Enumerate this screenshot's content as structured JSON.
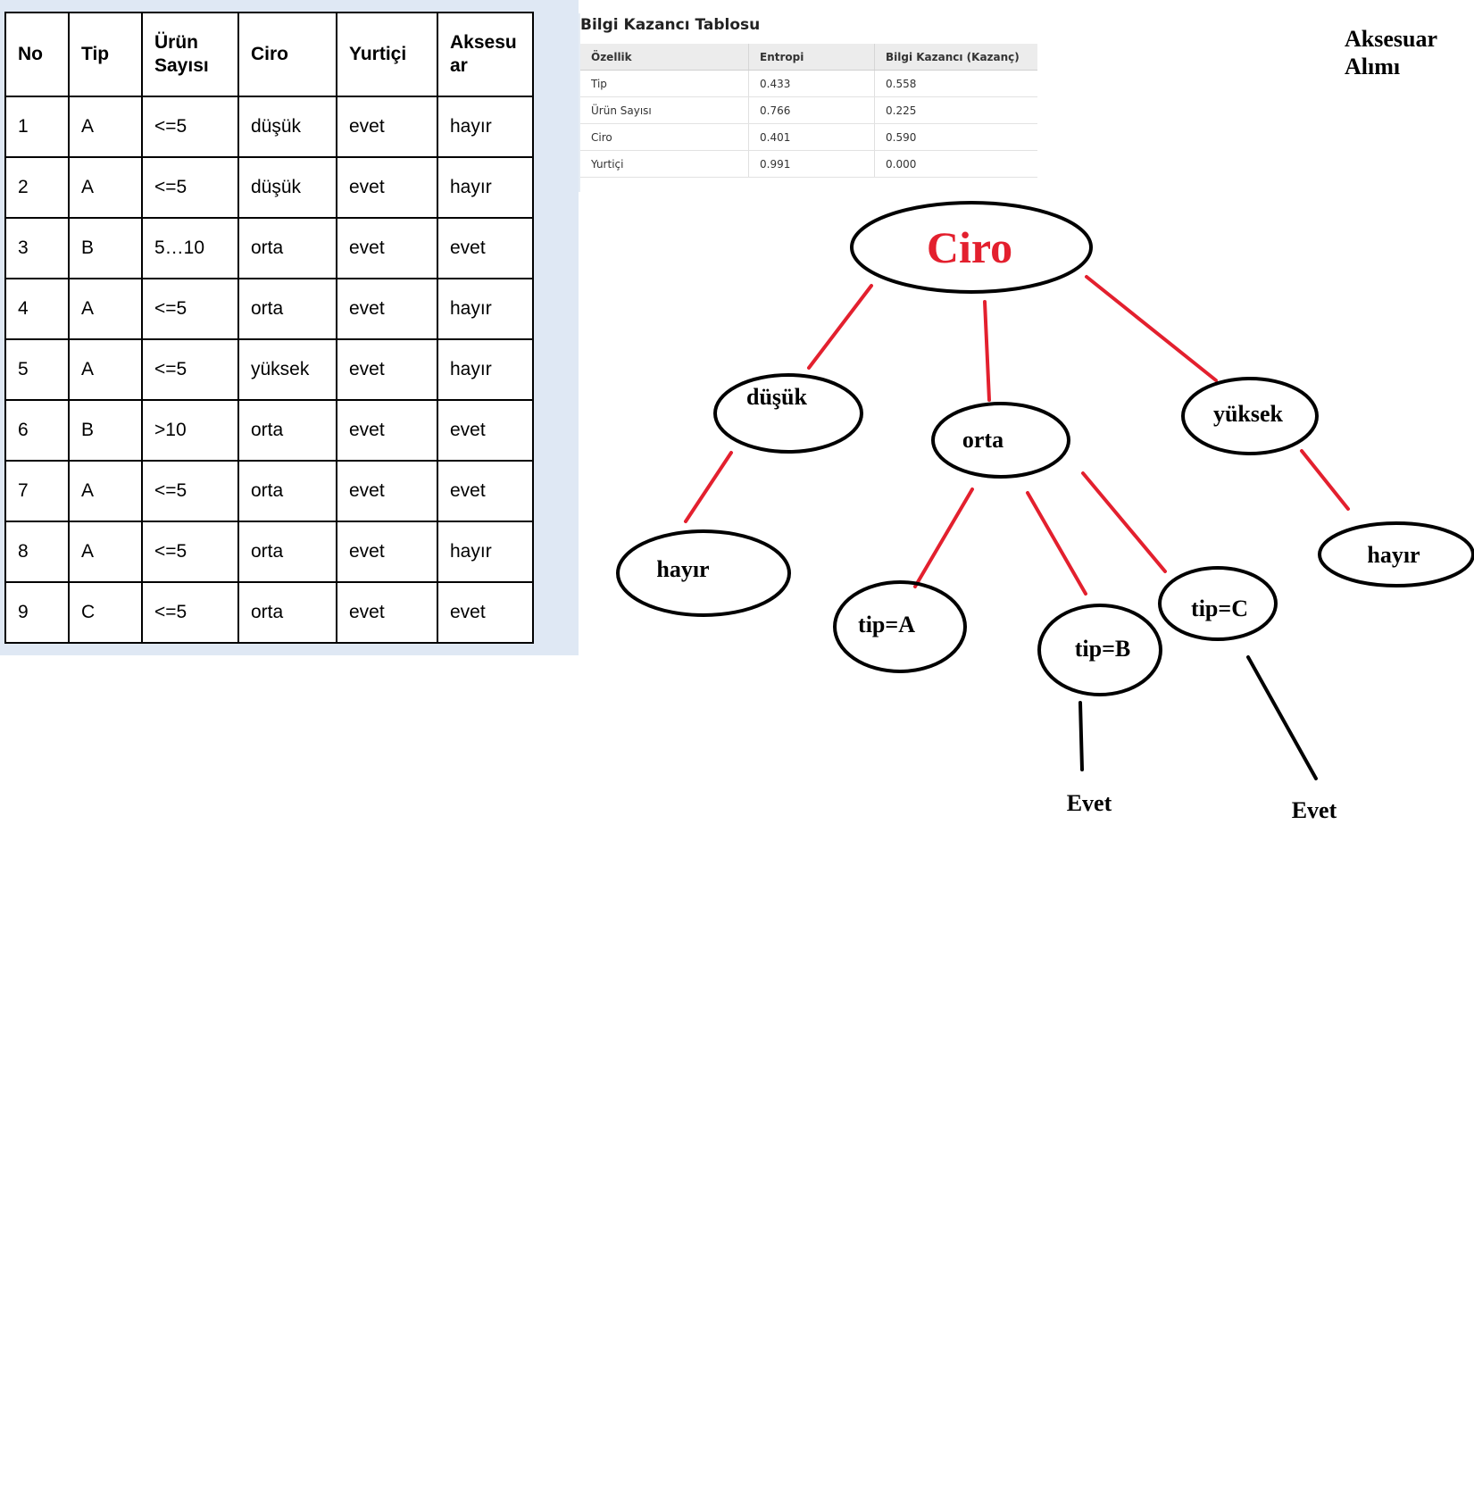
{
  "data_table": {
    "headers": [
      "No",
      "Tip",
      "Ürün Sayısı",
      "Ciro",
      "Yurtiçi",
      "Aksesuar"
    ],
    "rows": [
      [
        "1",
        "A",
        "<=5",
        "düşük",
        "evet",
        "hayır"
      ],
      [
        "2",
        "A",
        "<=5",
        "düşük",
        "evet",
        "hayır"
      ],
      [
        "3",
        "B",
        "5…10",
        "orta",
        "evet",
        "evet"
      ],
      [
        "4",
        "A",
        "<=5",
        "orta",
        "evet",
        "hayır"
      ],
      [
        "5",
        "A",
        "<=5",
        "yüksek",
        "evet",
        "hayır"
      ],
      [
        "6",
        "B",
        ">10",
        "orta",
        "evet",
        "evet"
      ],
      [
        "7",
        "A",
        "<=5",
        "orta",
        "evet",
        "evet"
      ],
      [
        "8",
        "A",
        "<=5",
        "orta",
        "evet",
        "hayır"
      ],
      [
        "9",
        "C",
        "<=5",
        "orta",
        "evet",
        "evet"
      ]
    ]
  },
  "gain_table": {
    "title": "Bilgi Kazancı Tablosu",
    "headers": [
      "Özellik",
      "Entropi",
      "Bilgi Kazancı (Kazanç)"
    ],
    "rows": [
      [
        "Tip",
        "0.433",
        "0.558"
      ],
      [
        "Ürün Sayısı",
        "0.766",
        "0.225"
      ],
      [
        "Ciro",
        "0.401",
        "0.590"
      ],
      [
        "Yurtiçi",
        "0.991",
        "0.000"
      ]
    ]
  },
  "tree": {
    "heading": "Aksesuar Alımı",
    "root": "Ciro",
    "branch_low": "düşük",
    "branch_mid": "orta",
    "branch_high": "yüksek",
    "leaf_low": "hayır",
    "leaf_high": "hayır",
    "sub_a": "tip=A",
    "sub_b": "tip=B",
    "sub_c": "tip=C",
    "outcome_b": "Evet",
    "outcome_c": "Evet",
    "colors": {
      "root_text": "#e3202e",
      "edge_red": "#e3202e",
      "edge_black": "#000000"
    }
  }
}
